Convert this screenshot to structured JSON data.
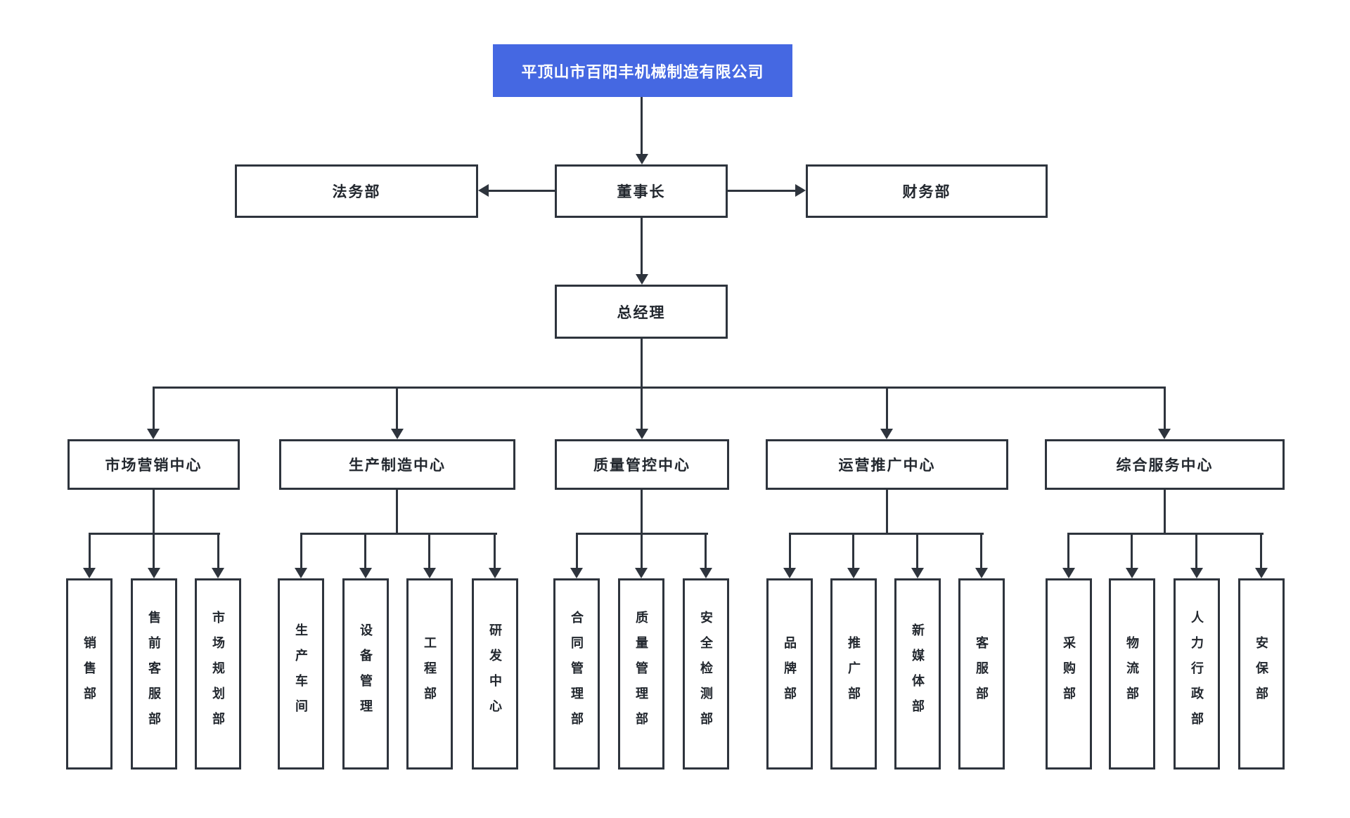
{
  "company": {
    "name": "平顶山市百阳丰机械制造有限公司"
  },
  "executives": {
    "chairman": "董事长",
    "general_manager": "总经理"
  },
  "staff_departments": {
    "legal": "法务部",
    "finance": "财务部"
  },
  "centers": [
    {
      "label": "市场营销中心",
      "children": [
        "销售部",
        "售前客服部",
        "市场规划部"
      ]
    },
    {
      "label": "生产制造中心",
      "children": [
        "生产车间",
        "设备管理",
        "工程部",
        "研发中心"
      ]
    },
    {
      "label": "质量管控中心",
      "children": [
        "合同管理部",
        "质量管理部",
        "安全检测部"
      ]
    },
    {
      "label": "运营推广中心",
      "children": [
        "品牌部",
        "推广部",
        "新媒体部",
        "客服部"
      ]
    },
    {
      "label": "综合服务中心",
      "children": [
        "采购部",
        "物流部",
        "人力行政部",
        "安保部"
      ]
    }
  ],
  "colors": {
    "root_background": "#4568E2",
    "root_text": "#FFFFFF",
    "line": "#2E343D",
    "node_border": "#2E343D",
    "node_text": "#22272E",
    "canvas_background": "#FFFFFF"
  }
}
